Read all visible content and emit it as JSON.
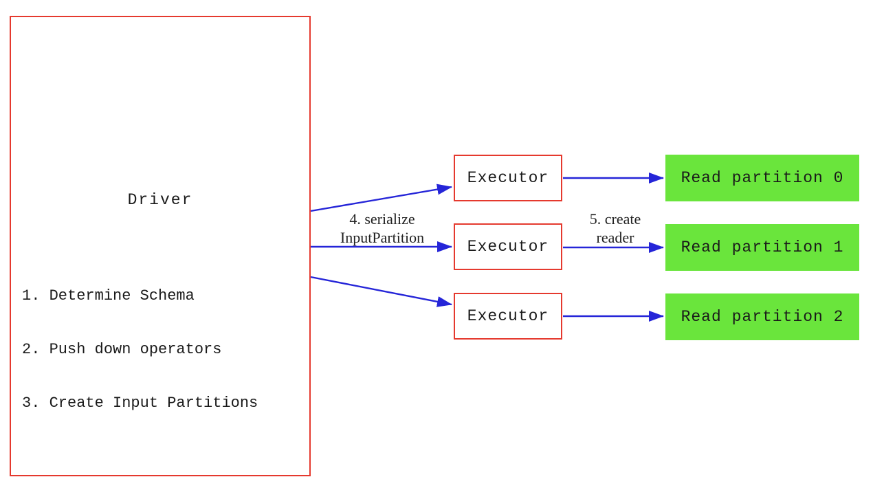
{
  "colors": {
    "red": "#e5392e",
    "blue": "#2525d8",
    "green": "#6ae53c",
    "ink": "#1a1a1a"
  },
  "driver": {
    "title": "Driver",
    "steps": [
      "1. Determine Schema",
      "2. Push down operators",
      "3. Create Input Partitions"
    ]
  },
  "executors": [
    {
      "label": "Executor"
    },
    {
      "label": "Executor"
    },
    {
      "label": "Executor"
    }
  ],
  "partitions": [
    {
      "label": "Read partition 0"
    },
    {
      "label": "Read partition 1"
    },
    {
      "label": "Read partition 2"
    }
  ],
  "edge_labels": {
    "serialize": {
      "line1": "4. serialize",
      "line2": "InputPartition"
    },
    "create_reader": {
      "line1": "5. create",
      "line2": "reader"
    }
  }
}
